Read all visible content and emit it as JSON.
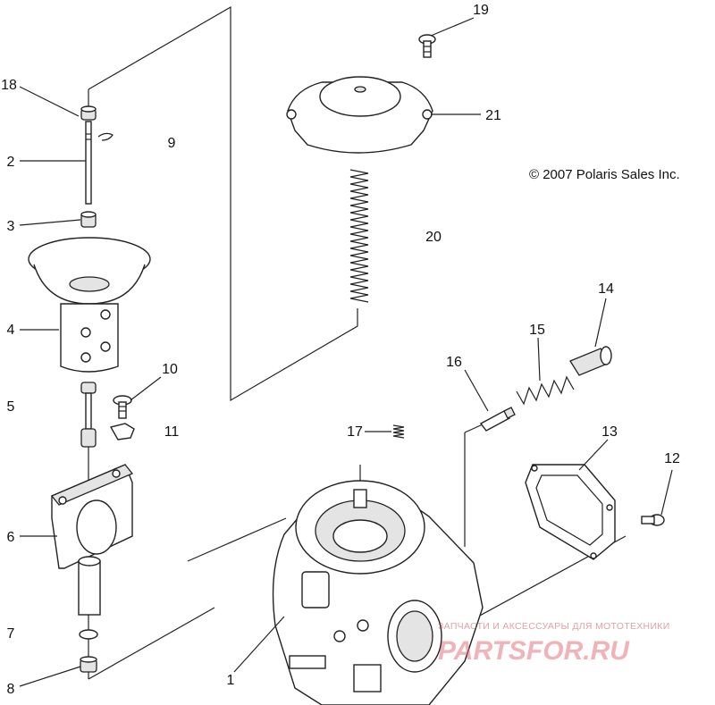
{
  "diagram": {
    "copyright": "© 2007 Polaris Sales Inc.",
    "callouts": {
      "c1": "1",
      "c2": "2",
      "c3": "3",
      "c4": "4",
      "c5": "5",
      "c6": "6",
      "c7": "7",
      "c8": "8",
      "c9": "9",
      "c10": "10",
      "c11": "11",
      "c12": "12",
      "c13": "13",
      "c14": "14",
      "c15": "15",
      "c16": "16",
      "c17": "17",
      "c18": "18",
      "c19": "19",
      "c20": "20",
      "c21": "21"
    }
  },
  "watermark": {
    "tagline": "ЗАПЧАСТИ И АКСЕССУАРЫ ДЛЯ МОТОТЕХНИКИ",
    "brand": "PARTSFOR.RU"
  }
}
